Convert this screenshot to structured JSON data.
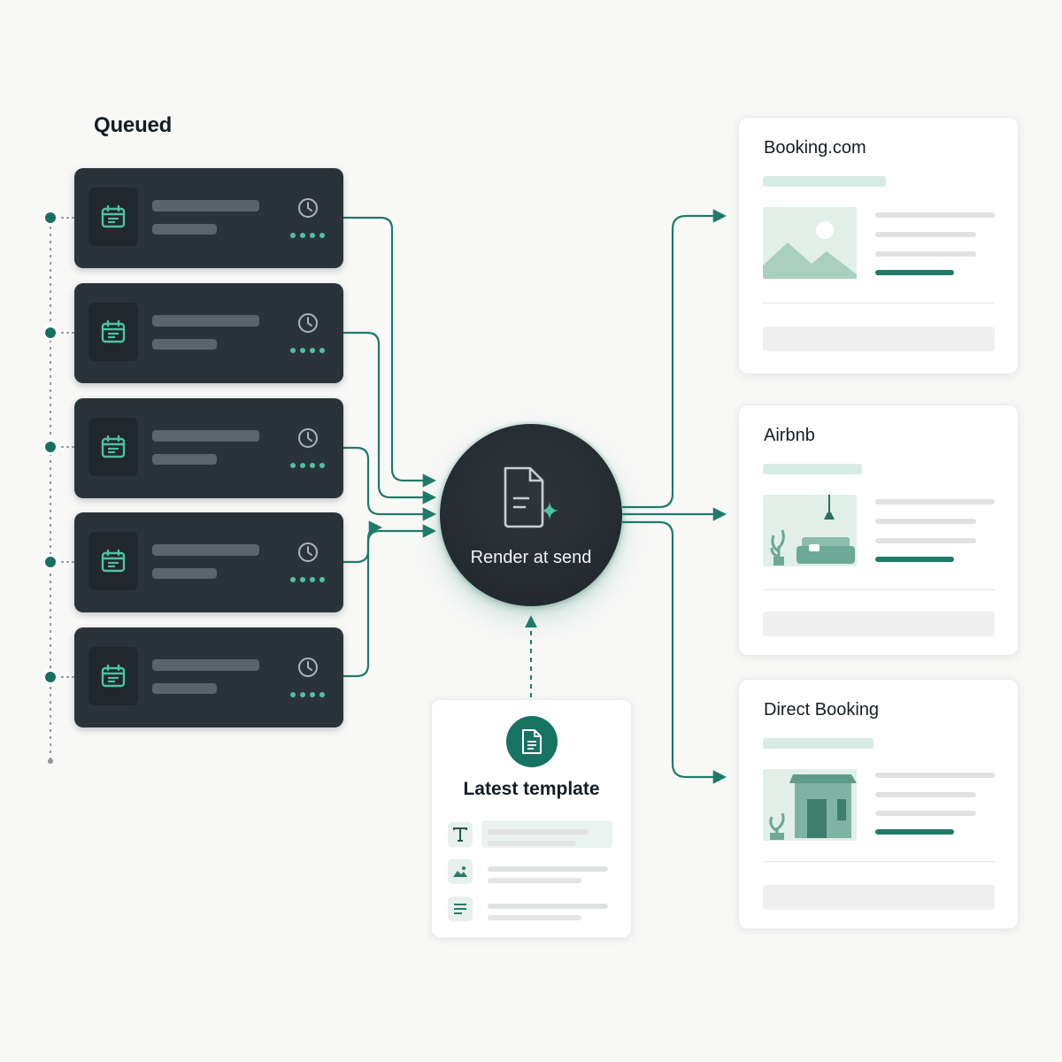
{
  "queue": {
    "title": "Queued",
    "items": [
      {
        "icon": "calendar-icon",
        "status_icon": "clock-icon"
      },
      {
        "icon": "calendar-icon",
        "status_icon": "clock-icon"
      },
      {
        "icon": "calendar-icon",
        "status_icon": "clock-icon"
      },
      {
        "icon": "calendar-icon",
        "status_icon": "clock-icon"
      },
      {
        "icon": "calendar-icon",
        "status_icon": "clock-icon"
      }
    ]
  },
  "render": {
    "label": "Render at send",
    "icon": "document-sparkle-icon"
  },
  "template": {
    "title": "Latest template",
    "icon": "document-icon",
    "rows": [
      {
        "icon": "text-icon"
      },
      {
        "icon": "image-icon"
      },
      {
        "icon": "paragraph-icon"
      }
    ]
  },
  "channels": [
    {
      "name": "Booking.com",
      "image": "landscape-image"
    },
    {
      "name": "Airbnb",
      "image": "living-room-image"
    },
    {
      "name": "Direct Booking",
      "image": "house-image"
    }
  ],
  "colors": {
    "accent": "#1f7b68",
    "accent_light": "#4fc2a1",
    "dark_card": "#2b333a",
    "background": "#f8f8f7"
  }
}
